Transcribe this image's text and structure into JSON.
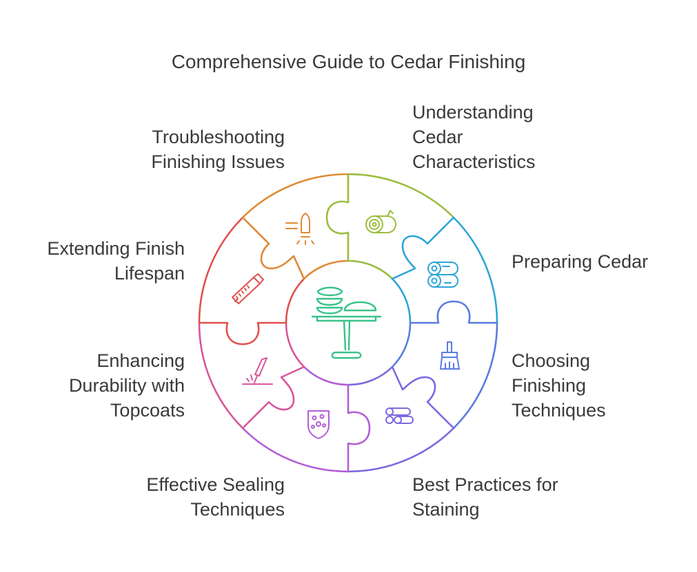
{
  "title": "Comprehensive Guide to Cedar Finishing",
  "segments": [
    {
      "label": "Understanding Cedar Characteristics",
      "color": "#9bbd3f",
      "icon": "wood-log-icon"
    },
    {
      "label": "Preparing Cedar",
      "color": "#2ea5d8",
      "icon": "stacked-logs-icon"
    },
    {
      "label": "Choosing Finishing Techniques",
      "color": "#5b7be0",
      "icon": "paint-brush-icon"
    },
    {
      "label": "Best Practices for Staining",
      "color": "#7a6ae0",
      "icon": "logs-pile-icon"
    },
    {
      "label": "Effective Sealing Techniques",
      "color": "#b25ed6",
      "icon": "shield-icon"
    },
    {
      "label": "Enhancing Durability with Topcoats",
      "color": "#d9559a",
      "icon": "carving-knife-icon"
    },
    {
      "label": "Extending Finish Lifespan",
      "color": "#e0504f",
      "icon": "saw-icon"
    },
    {
      "label": "Troubleshooting Finishing Issues",
      "color": "#df8a33",
      "icon": "lamp-icon"
    }
  ],
  "center": {
    "icon": "cake-stand-icon",
    "color": "#39c28a"
  }
}
